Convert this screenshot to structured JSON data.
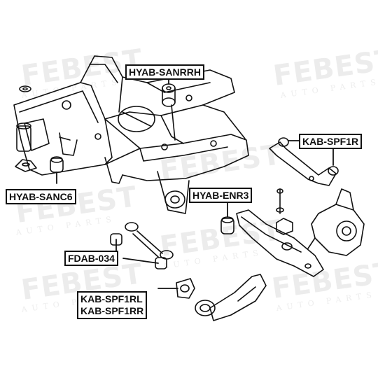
{
  "watermark": {
    "brand": "FEBEST",
    "tagline": "AUTO PARTS"
  },
  "labels": {
    "hyab_sanrrh": "HYAB-SANRRH",
    "kab_spf1r": "KAB-SPF1R",
    "hyab_sanc6": "HYAB-SANC6",
    "hyab_enr3": "HYAB-ENR3",
    "fdab_034": "FDAB-034",
    "kab_spf1rl": "KAB-SPF1RL",
    "kab_spf1rr": "KAB-SPF1RR"
  },
  "colors": {
    "line": "#111111",
    "watermark": "#ececec",
    "label_border": "#111111"
  }
}
